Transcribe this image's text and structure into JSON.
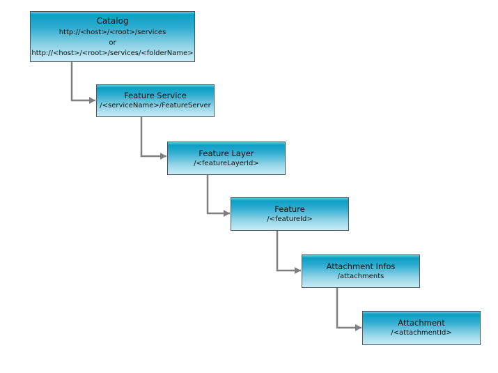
{
  "diagram": {
    "type": "hierarchy-flow",
    "nodes": [
      {
        "id": "catalog",
        "title": "Catalog",
        "lines": [
          "http://<host>/<root>/services",
          "or",
          "http://<host>/<root>/services/<folderName>"
        ]
      },
      {
        "id": "feature-service",
        "title": "Feature Service",
        "lines": [
          "/<serviceName>/FeatureServer"
        ]
      },
      {
        "id": "feature-layer",
        "title": "Feature Layer",
        "lines": [
          "/<featureLayerId>"
        ]
      },
      {
        "id": "feature",
        "title": "Feature",
        "lines": [
          "/<featureId>"
        ]
      },
      {
        "id": "attachment-infos",
        "title": "Attachment Infos",
        "lines": [
          "/attachments"
        ]
      },
      {
        "id": "attachment",
        "title": "Attachment",
        "lines": [
          "/<attachmentId>"
        ]
      }
    ],
    "edges": [
      {
        "from": "catalog",
        "to": "feature-service"
      },
      {
        "from": "feature-service",
        "to": "feature-layer"
      },
      {
        "from": "feature-layer",
        "to": "feature"
      },
      {
        "from": "feature",
        "to": "attachment-infos"
      },
      {
        "from": "attachment-infos",
        "to": "attachment"
      }
    ],
    "colors": {
      "box_gradient_top": "#0b9fc4",
      "box_gradient_bottom": "#c9ecf6",
      "box_highlight": "#64c6dc",
      "box_border": "#4d565c",
      "connector": "#7f7f7f",
      "text": "#101010",
      "background": "#ffffff"
    }
  }
}
